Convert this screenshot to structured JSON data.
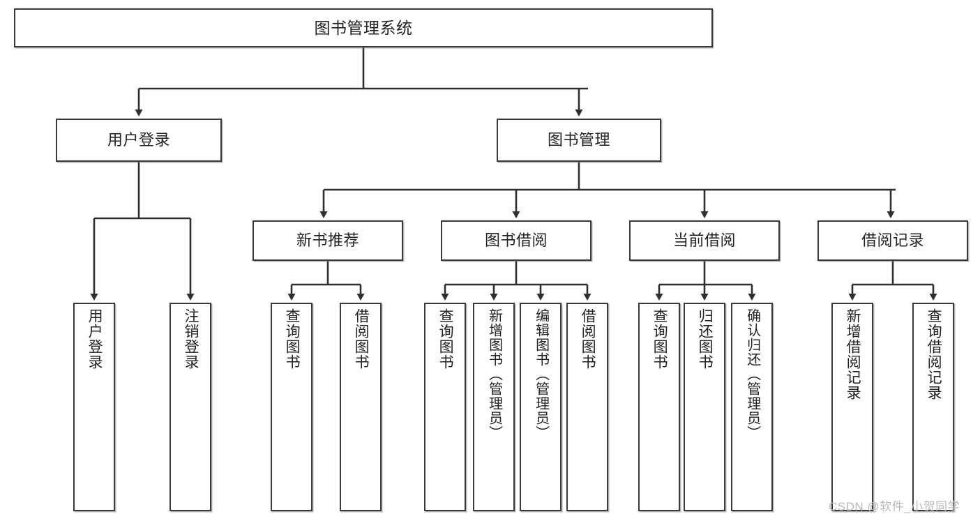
{
  "diagram": {
    "title": "图书管理系统",
    "type": "tree-hierarchy",
    "orientation": "top-down",
    "colors": {
      "box_border": "#3a3a3a",
      "box_fill": "#ffffff",
      "connector": "#2f2f2f",
      "text": "#222222",
      "watermark": "#b9b9b9"
    },
    "levels": [
      {
        "level": 1,
        "nodes": [
          {
            "id": "root",
            "label": "图书管理系统",
            "text_direction": "horizontal"
          }
        ]
      },
      {
        "level": 2,
        "nodes": [
          {
            "id": "user-login",
            "label": "用户登录",
            "text_direction": "horizontal",
            "parent": "root"
          },
          {
            "id": "book-manage",
            "label": "图书管理",
            "text_direction": "horizontal",
            "parent": "root"
          }
        ]
      },
      {
        "level": 3,
        "nodes": [
          {
            "id": "new-book-rec",
            "label": "新书推荐",
            "text_direction": "horizontal",
            "parent": "book-manage"
          },
          {
            "id": "book-borrow",
            "label": "图书借阅",
            "text_direction": "horizontal",
            "parent": "book-manage"
          },
          {
            "id": "current-borrow",
            "label": "当前借阅",
            "text_direction": "horizontal",
            "parent": "book-manage"
          },
          {
            "id": "borrow-record",
            "label": "借阅记录",
            "text_direction": "horizontal",
            "parent": "book-manage"
          }
        ]
      },
      {
        "level": 4,
        "nodes": [
          {
            "id": "leaf-1",
            "label": "用户登录",
            "text_direction": "vertical",
            "parent": "user-login"
          },
          {
            "id": "leaf-2",
            "label": "注销登录",
            "text_direction": "vertical",
            "parent": "user-login"
          },
          {
            "id": "leaf-3",
            "label": "查询图书",
            "text_direction": "vertical",
            "parent": "new-book-rec"
          },
          {
            "id": "leaf-4",
            "label": "借阅图书",
            "text_direction": "vertical",
            "parent": "new-book-rec"
          },
          {
            "id": "leaf-5",
            "label": "查询图书",
            "text_direction": "vertical",
            "parent": "book-borrow"
          },
          {
            "id": "leaf-6",
            "label": "新增图书（管理员）",
            "text_direction": "vertical",
            "parent": "book-borrow"
          },
          {
            "id": "leaf-7",
            "label": "编辑图书（管理员）",
            "text_direction": "vertical",
            "parent": "book-borrow"
          },
          {
            "id": "leaf-8",
            "label": "借阅图书",
            "text_direction": "vertical",
            "parent": "book-borrow"
          },
          {
            "id": "leaf-9",
            "label": "查询图书",
            "text_direction": "vertical",
            "parent": "current-borrow"
          },
          {
            "id": "leaf-10",
            "label": "归还图书",
            "text_direction": "vertical",
            "parent": "current-borrow"
          },
          {
            "id": "leaf-11",
            "label": "确认归还（管理员）",
            "text_direction": "vertical",
            "parent": "current-borrow"
          },
          {
            "id": "leaf-12",
            "label": "新增借阅记录",
            "text_direction": "vertical",
            "parent": "borrow-record"
          },
          {
            "id": "leaf-13",
            "label": "查询借阅记录",
            "text_direction": "vertical",
            "parent": "borrow-record"
          }
        ]
      }
    ]
  },
  "watermark": {
    "text": "CSDN @软件_小贺同学"
  }
}
